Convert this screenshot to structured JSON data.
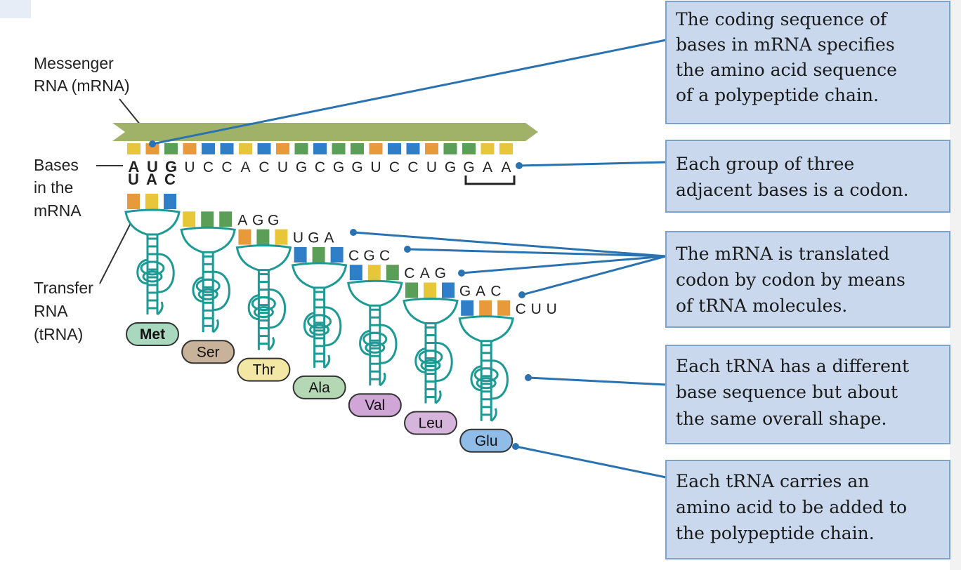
{
  "colors": {
    "A": "#e8c63a",
    "U": "#e89a3a",
    "G": "#5b9e57",
    "C": "#2f7fc8",
    "ribbon": "#9fb267",
    "trna": "#1e9a94",
    "callout": "#2b72b0",
    "box_fill": "#c9d8ec",
    "box_stroke": "#7ea2cc"
  },
  "labels": {
    "messenger": [
      "Messenger",
      "RNA (mRNA)"
    ],
    "bases": [
      "Bases",
      "in the",
      "mRNA"
    ],
    "transfer": [
      "Transfer",
      "RNA",
      "(tRNA)"
    ]
  },
  "mrna": {
    "bases": [
      "A",
      "U",
      "G",
      "U",
      "C",
      "C",
      "A",
      "C",
      "U",
      "G",
      "C",
      "G",
      "G",
      "U",
      "C",
      "C",
      "U",
      "G",
      "G",
      "A",
      "A"
    ]
  },
  "trnas": [
    {
      "anticodon": [
        "U",
        "A",
        "C"
      ],
      "amino_acid": "Met",
      "amino_color": "#a8d8bd"
    },
    {
      "anticodon": [
        "A",
        "G",
        "G"
      ],
      "amino_acid": "Ser",
      "amino_color": "#c9b29a"
    },
    {
      "anticodon": [
        "U",
        "G",
        "A"
      ],
      "amino_acid": "Thr",
      "amino_color": "#f3e7a6"
    },
    {
      "anticodon": [
        "C",
        "G",
        "C"
      ],
      "amino_acid": "Ala",
      "amino_color": "#b5d8b4"
    },
    {
      "anticodon": [
        "C",
        "A",
        "G"
      ],
      "amino_acid": "Val",
      "amino_color": "#cfa6d6"
    },
    {
      "anticodon": [
        "G",
        "A",
        "C"
      ],
      "amino_acid": "Leu",
      "amino_color": "#d6b5dc"
    },
    {
      "anticodon": [
        "C",
        "U",
        "U"
      ],
      "amino_acid": "Glu",
      "amino_color": "#8fbde8"
    }
  ],
  "callouts": [
    {
      "lines": [
        "The coding sequence of",
        "bases in mRNA specifies",
        "the amino acid sequence",
        "of a polypeptide chain."
      ]
    },
    {
      "lines": [
        "Each group of three",
        "adjacent bases is a codon."
      ]
    },
    {
      "lines": [
        "The mRNA is translated",
        "codon by codon by means",
        "of tRNA molecules."
      ]
    },
    {
      "lines": [
        "Each tRNA has a different",
        "base sequence but about",
        "the same overall shape."
      ]
    },
    {
      "lines": [
        "Each tRNA carries an",
        "amino acid to be added to",
        "the polypeptide chain."
      ]
    }
  ]
}
